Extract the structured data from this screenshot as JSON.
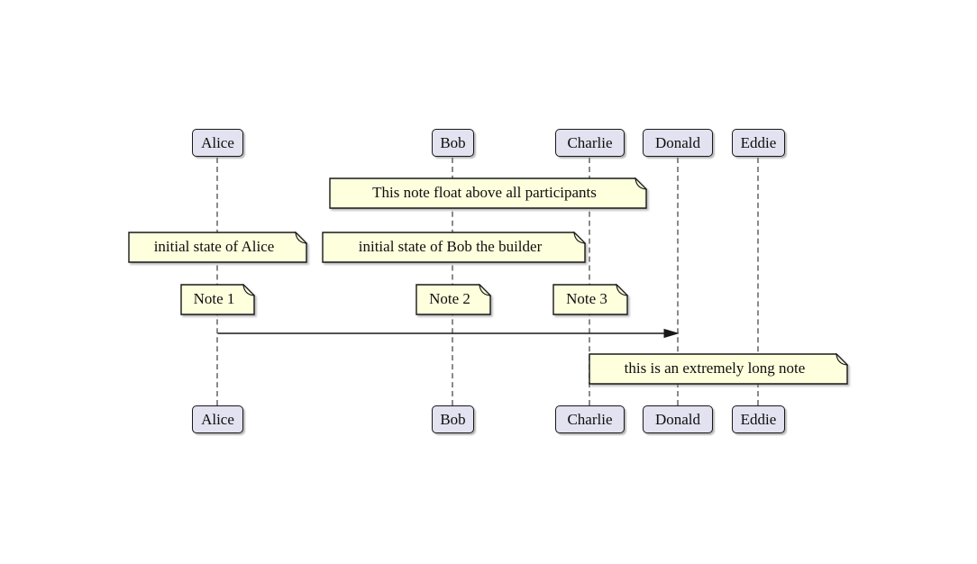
{
  "diagram": {
    "type": "sequence-diagram",
    "background": "#FFFFFF",
    "colors": {
      "participant_fill": "#E2E2F0",
      "participant_border": "#181818",
      "note_fill": "#FEFFDD",
      "note_border": "#181818",
      "lifeline": "#8A8A8A",
      "arrow": "#181818",
      "text": "#0E0E0E"
    },
    "participants": [
      {
        "name": "Alice"
      },
      {
        "name": "Bob"
      },
      {
        "name": "Charlie"
      },
      {
        "name": "Donald"
      },
      {
        "name": "Eddie"
      }
    ],
    "notes": [
      {
        "text": "This note float above all participants"
      },
      {
        "text": "initial state of Alice"
      },
      {
        "text": "initial state of Bob the builder"
      },
      {
        "text": "Note 1"
      },
      {
        "text": "Note 2"
      },
      {
        "text": "Note 3"
      },
      {
        "text": "this is an extremely long note"
      }
    ],
    "messages": [
      {
        "from": "Alice",
        "to": "Donald",
        "label": ""
      }
    ]
  }
}
